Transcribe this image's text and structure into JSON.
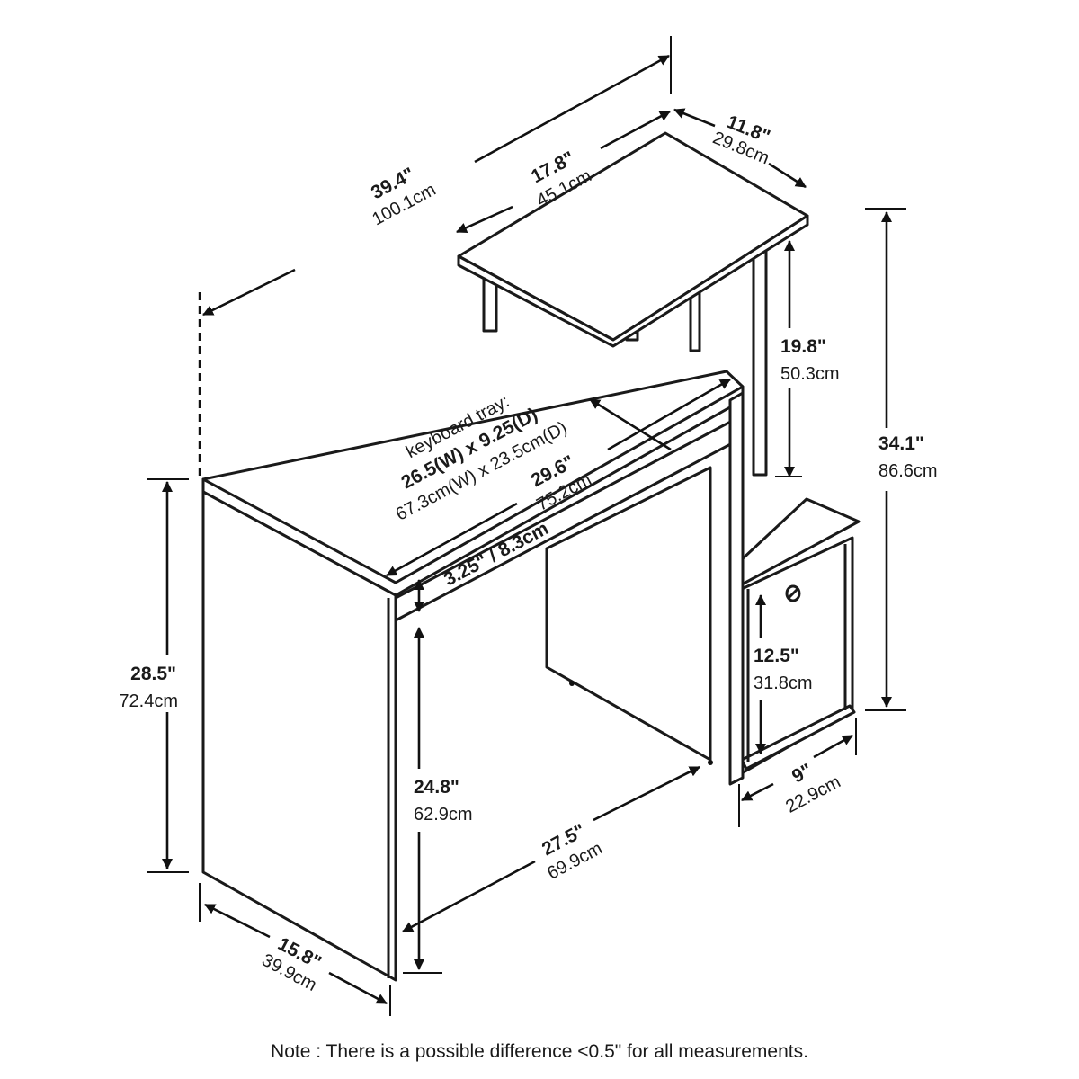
{
  "dimensions": {
    "overall_width": {
      "imperial": "39.4\"",
      "metric": "100.1cm"
    },
    "top_shelf_width": {
      "imperial": "17.8\"",
      "metric": "45.1cm"
    },
    "top_shelf_depth": {
      "imperial": "11.8\"",
      "metric": "29.8cm"
    },
    "shelf_clearance": {
      "imperial": "19.8\"",
      "metric": "50.3cm"
    },
    "overall_height": {
      "imperial": "34.1\"",
      "metric": "86.6cm"
    },
    "keyboard_tray": {
      "label": "keyboard tray:",
      "imperial": "26.5(W) x 9.25(D)",
      "metric": "67.3cm(W) x 23.5cm(D)"
    },
    "desk_top_width": {
      "imperial": "29.6\"",
      "metric": "75.2cm"
    },
    "tray_height": {
      "text": "3.25\" / 8.3cm"
    },
    "desk_height": {
      "imperial": "28.5\"",
      "metric": "72.4cm"
    },
    "cubby_height": {
      "imperial": "12.5\"",
      "metric": "31.8cm"
    },
    "knee_height": {
      "imperial": "24.8\"",
      "metric": "62.9cm"
    },
    "knee_width": {
      "imperial": "27.5\"",
      "metric": "69.9cm"
    },
    "cubby_width": {
      "imperial": "9\"",
      "metric": "22.9cm"
    },
    "desk_depth": {
      "imperial": "15.8\"",
      "metric": "39.9cm"
    }
  },
  "note": "Note : There is a possible difference <0.5\" for all measurements."
}
